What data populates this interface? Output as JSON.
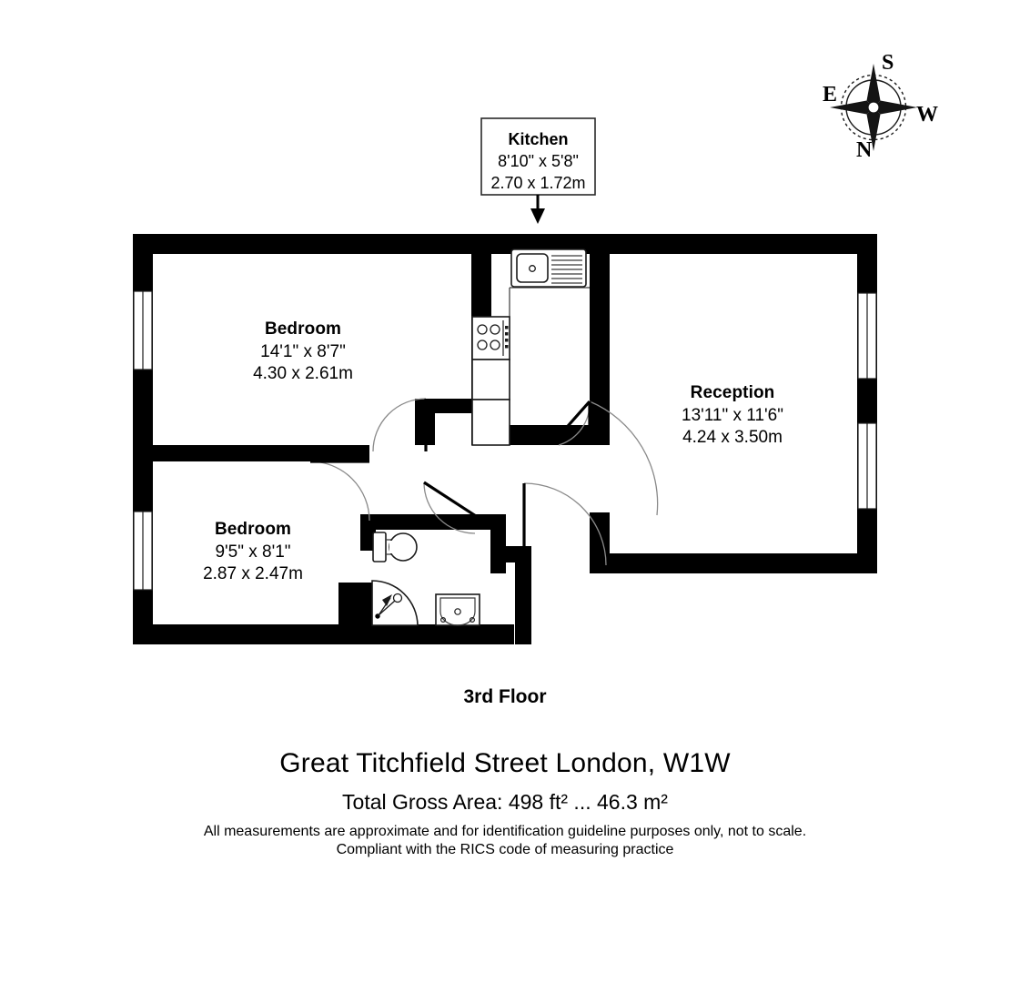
{
  "document": {
    "type": "residential-floor-plan",
    "floor_title": "3rd Floor",
    "address": "Great Titchfield Street London, W1W",
    "total_area": "Total Gross Area: 498 ft² ... 46.3 m²",
    "disclaimer_line_1": "All measurements are approximate and for identification guideline purposes only, not to scale.",
    "disclaimer_line_2": "Compliant with the RICS code of measuring practice"
  },
  "colors": {
    "wall": "#000000",
    "background": "#ffffff",
    "fixture_stroke": "#1a1a1a",
    "door_arc": "#8a8a8a",
    "text": "#000000"
  },
  "callout": {
    "room": "Kitchen",
    "imperial": "8'10\" x 5'8\"",
    "metric": "2.70 x 1.72m"
  },
  "compass": {
    "top": "S",
    "bottom": "N",
    "left": "E",
    "right": "W"
  },
  "rooms": [
    {
      "id": "bedroom-1",
      "name": "Bedroom",
      "imperial": "14'1\" x 8'7\"",
      "metric": "4.30 x 2.61m"
    },
    {
      "id": "bedroom-2",
      "name": "Bedroom",
      "imperial": "9'5\" x 8'1\"",
      "metric": "2.87 x 2.47m"
    },
    {
      "id": "reception",
      "name": "Reception",
      "imperial": "13'11\" x 11'6\"",
      "metric": "4.24 x 3.50m"
    }
  ],
  "fixtures": [
    {
      "id": "kitchen-sink",
      "label": "sink-with-drainer"
    },
    {
      "id": "kitchen-hob",
      "label": "four-ring-hob"
    },
    {
      "id": "kitchen-units",
      "label": "base-units"
    },
    {
      "id": "wc",
      "label": "toilet"
    },
    {
      "id": "shower",
      "label": "quadrant-shower"
    },
    {
      "id": "washbasin",
      "label": "wash-basin"
    }
  ],
  "openings": {
    "windows": 4,
    "doors": 5
  }
}
